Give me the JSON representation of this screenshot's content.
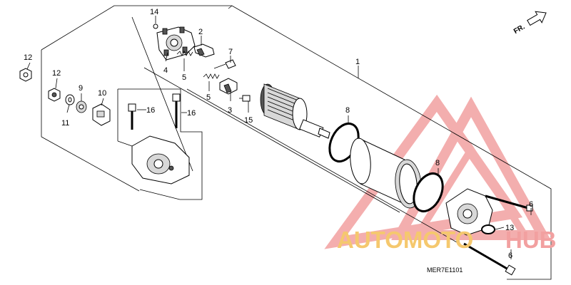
{
  "diagram": {
    "code": "MER7E1101",
    "direction_label": "FR.",
    "callouts": [
      {
        "id": "c1",
        "label": "1"
      },
      {
        "id": "c2",
        "label": "2"
      },
      {
        "id": "c3",
        "label": "3"
      },
      {
        "id": "c4",
        "label": "4"
      },
      {
        "id": "c5a",
        "label": "5"
      },
      {
        "id": "c5b",
        "label": "5"
      },
      {
        "id": "c6a",
        "label": "6"
      },
      {
        "id": "c6b",
        "label": "6"
      },
      {
        "id": "c7",
        "label": "7"
      },
      {
        "id": "c8a",
        "label": "8"
      },
      {
        "id": "c8b",
        "label": "8"
      },
      {
        "id": "c9",
        "label": "9"
      },
      {
        "id": "c10",
        "label": "10"
      },
      {
        "id": "c11",
        "label": "11"
      },
      {
        "id": "c12a",
        "label": "12"
      },
      {
        "id": "c12b",
        "label": "12"
      },
      {
        "id": "c13",
        "label": "13"
      },
      {
        "id": "c14",
        "label": "14"
      },
      {
        "id": "c15",
        "label": "15"
      },
      {
        "id": "c16a",
        "label": "16"
      },
      {
        "id": "c16b",
        "label": "16"
      }
    ]
  },
  "watermark": {
    "brand_part1": "AUTOMOTO",
    "brand_part2": "HUB",
    "color_primary": "#f2a0a0",
    "color_secondary": "#f5c86e"
  }
}
